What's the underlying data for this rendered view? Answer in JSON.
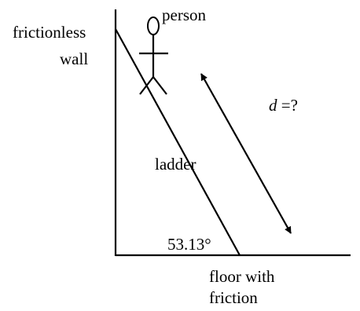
{
  "labels": {
    "wall_line1": "frictionless",
    "wall_line2": "wall",
    "person": "person",
    "distance_var": "d",
    "distance_rest": " =?",
    "ladder": "ladder",
    "angle": "53.13°",
    "floor_line1": "floor with",
    "floor_line2": "friction"
  }
}
